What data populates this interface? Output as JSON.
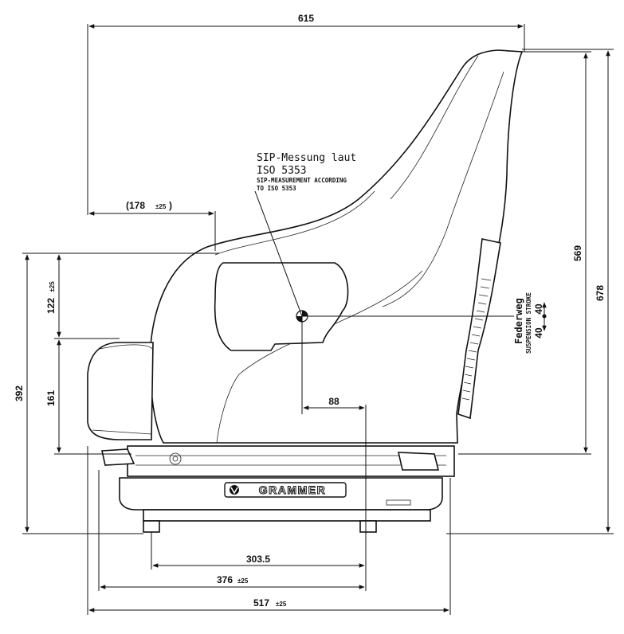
{
  "drawing": {
    "dimensions": {
      "overall_width": "615",
      "backrest_offset": "(178",
      "backrest_offset_tol": "±25",
      "backrest_offset_close": ")",
      "height_569": "569",
      "height_678": "678",
      "height_392": "392",
      "height_122": "122",
      "height_122_tol": "±25",
      "height_161": "161",
      "sip_offset_88": "88",
      "rail_spacing": "303.5",
      "length_376": "376",
      "length_376_tol": "±25",
      "length_517": "517",
      "length_517_tol": "±25"
    },
    "sip_note": {
      "line1": "SIP-Messung laut",
      "line2": "ISO 5353",
      "line3": "SIP-MEASUREMENT ACCORDING",
      "line4": "TO ISO 5353"
    },
    "suspension": {
      "label_de": "Federweg",
      "label_en": "SUSPENSION STROKE",
      "value_up": "40",
      "value_down": "40"
    },
    "brand": "GRAMMER"
  }
}
